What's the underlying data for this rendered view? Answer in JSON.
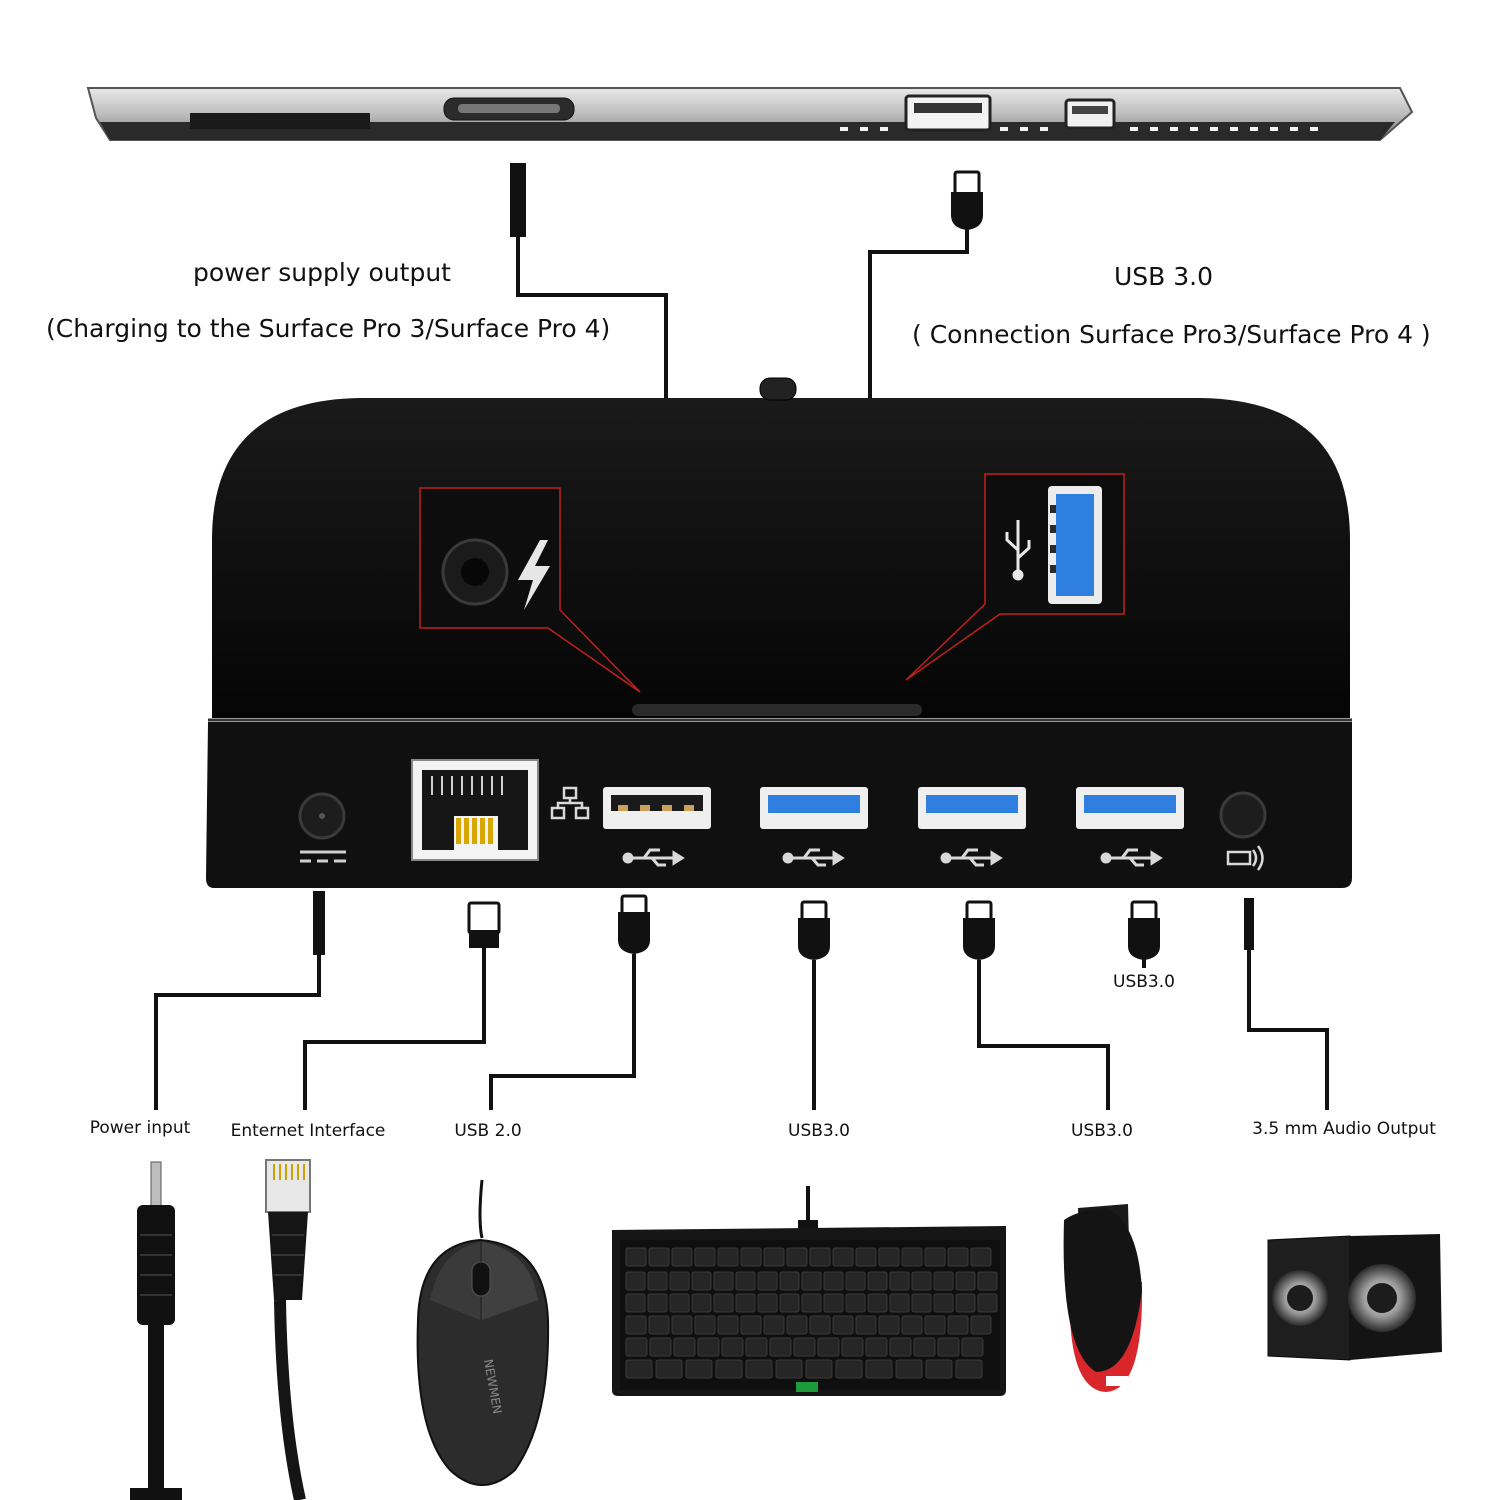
{
  "top_labels": {
    "power_title": "power supply output",
    "power_subtitle": "(Charging to the Surface Pro 3/Surface Pro 4)",
    "usb_title": "USB 3.0",
    "usb_subtitle": "( Connection Surface Pro3/Surface Pro 4 )"
  },
  "port_labels": [
    "Power input",
    "Enternet Interface",
    "USB 2.0",
    "USB3.0",
    "USB3.0",
    "3.5 mm Audio Output"
  ],
  "usb_small_label": "USB3.0",
  "keyboard_brand": "",
  "mouse_brand": "NEWMEN",
  "colors": {
    "dock": "#0b0b0b",
    "callout_border": "#c0201d",
    "usb3_blue": "#2f7fe0",
    "tablet_silver": "#b8b8b8",
    "drive_red": "#d8262a"
  }
}
